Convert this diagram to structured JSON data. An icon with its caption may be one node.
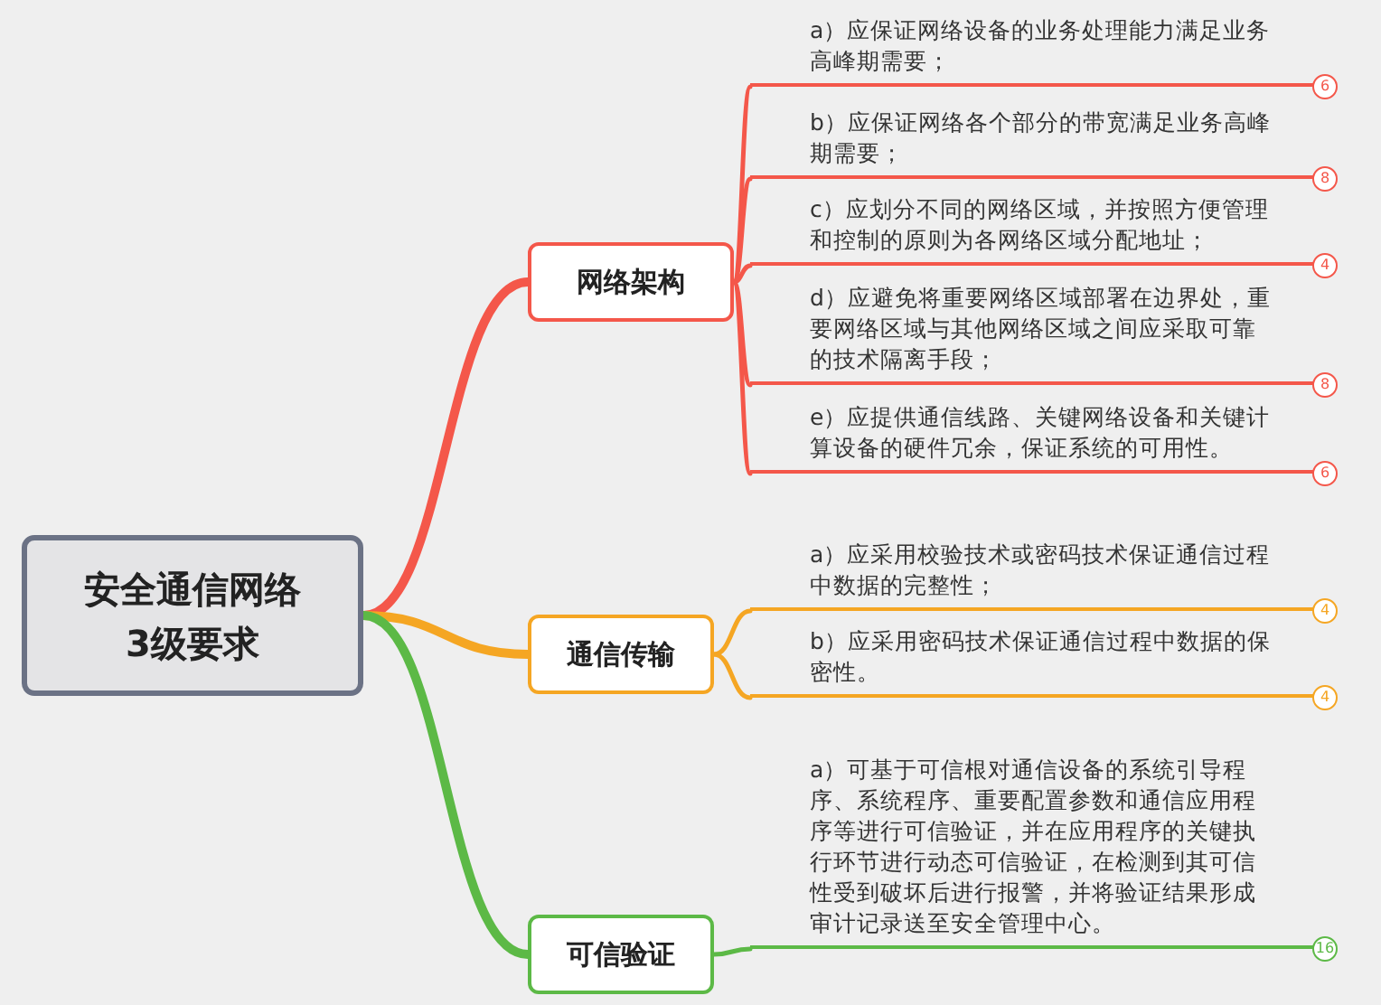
{
  "diagram": {
    "nodes": [
      {
        "text": [
          "安全通信网络 3级要求"
        ]
      },
      {
        "text": [
          "网络架构"
        ]
      },
      {
        "text": [
          "通信传输"
        ]
      },
      {
        "text": [
          "可信验证"
        ]
      },
      {
        "text": [
          "a）应保证网络设备的业务处理能力满足业务高峰期需要；"
        ],
        "beside": [
          "6"
        ]
      },
      {
        "text": [
          "b）应保证网络各个部分的带宽满足业务高峰期需要；"
        ],
        "beside": [
          "8"
        ]
      },
      {
        "text": [
          "c）应划分不同的网络区域，并按照方便管理和控制的原则为各网络区域分配地址；"
        ],
        "beside": [
          "4"
        ]
      },
      {
        "text": [
          "d）应避免将重要网络区域部署在边界处，重要网络区域与其他网络区域之间应采取可靠的技术隔离手段；"
        ],
        "beside": [
          "8"
        ]
      },
      {
        "text": [
          "e）应提供通信线路、关键网络设备和关键计算设备的硬件冗余，保证系统的可用性。"
        ],
        "beside": [
          "6"
        ]
      },
      {
        "text": [
          "a）应采用校验技术或密码技术保证通信过程中数据的完整性；"
        ],
        "beside": [
          "4"
        ]
      },
      {
        "text": [
          "b）应采用密码技术保证通信过程中数据的保密性。"
        ],
        "beside": [
          "4"
        ]
      },
      {
        "text": [
          "a）可基于可信根对通信设备的系统引导程序、系统程序、重要配置参数和通信应用程序等进行可信验证，并在应用程序的关键执行环节进行动态可信验证，在检测到其可信性受到破坏后进行报警，并将验证结果形成审计记录送至安全管理中心。"
        ],
        "beside": [
          "16"
        ]
      }
    ],
    "edges": [
      {
        "from": 0,
        "to": 1,
        "arrow": "none",
        "style": "thick"
      },
      {
        "from": 0,
        "to": 2,
        "arrow": "none",
        "style": "thick",
        "color": "#f5a623"
      },
      {
        "from": 0,
        "to": 3,
        "arrow": "none",
        "style": "thick",
        "color": "#5cb946"
      },
      {
        "from": 1,
        "to": 4,
        "arrow": "none"
      },
      {
        "from": 1,
        "to": 5,
        "arrow": "none"
      },
      {
        "from": 1,
        "to": 6,
        "arrow": "none"
      },
      {
        "from": 1,
        "to": 7,
        "arrow": "none"
      },
      {
        "from": 1,
        "to": 8,
        "arrow": "none"
      },
      {
        "from": 2,
        "to": 9,
        "arrow": "none",
        "color": "#f5a623"
      },
      {
        "from": 2,
        "to": 10,
        "arrow": "none",
        "color": "#f5a623"
      },
      {
        "from": 3,
        "to": 11,
        "arrow": "none",
        "color": "#5cb946"
      }
    ]
  }
}
